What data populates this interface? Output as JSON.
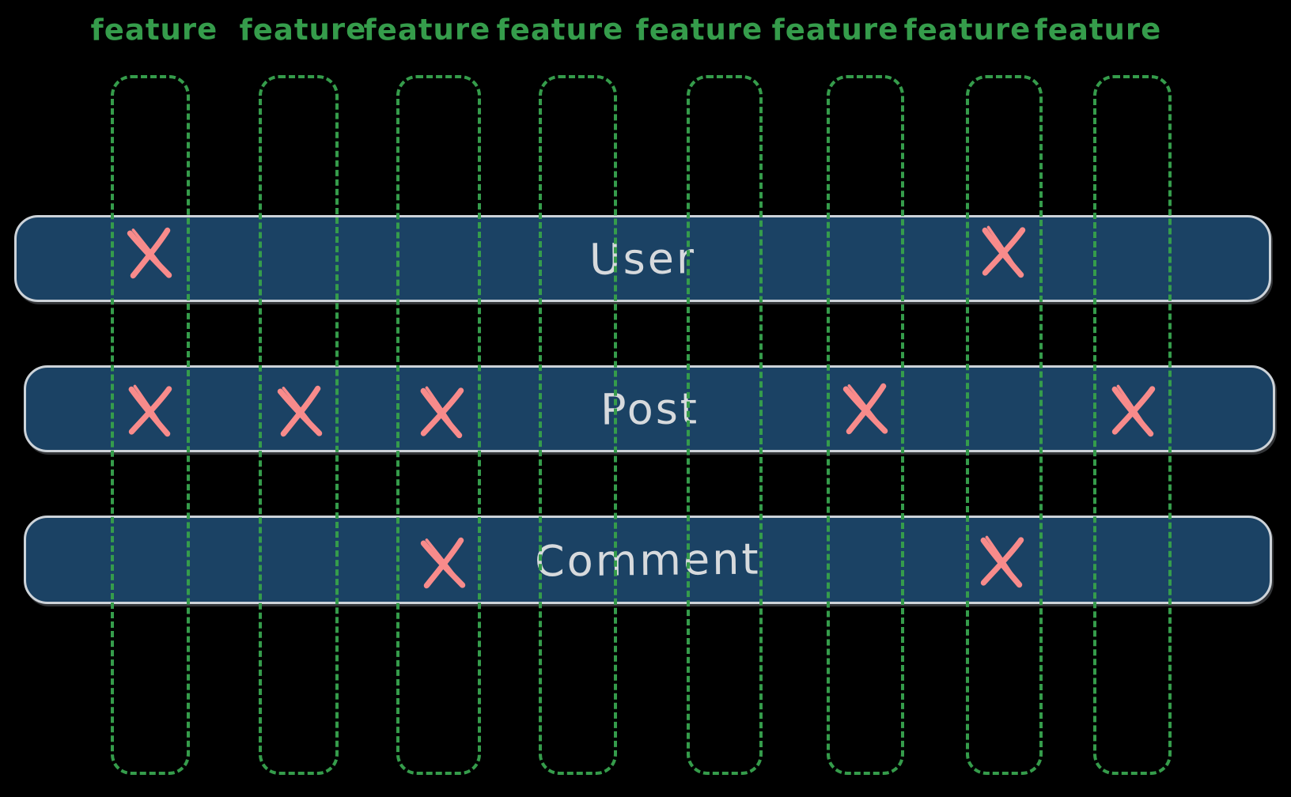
{
  "colors": {
    "background": "#000000",
    "feature_green": "#359c4b",
    "row_fill": "#1b4264",
    "row_border": "#cdd3d9",
    "row_label_color": "#d7dadd",
    "x_mark_color": "#f88b8b"
  },
  "feature_labels": [
    "feature",
    "feature",
    "feature",
    "feature",
    "feature",
    "feature",
    "feature",
    "feature"
  ],
  "rows": [
    {
      "label": "User",
      "marked_feature_columns": [
        1,
        7
      ]
    },
    {
      "label": "Post",
      "marked_feature_columns": [
        1,
        2,
        3,
        6,
        8
      ]
    },
    {
      "label": "Comment",
      "marked_feature_columns": [
        3,
        7
      ]
    }
  ]
}
